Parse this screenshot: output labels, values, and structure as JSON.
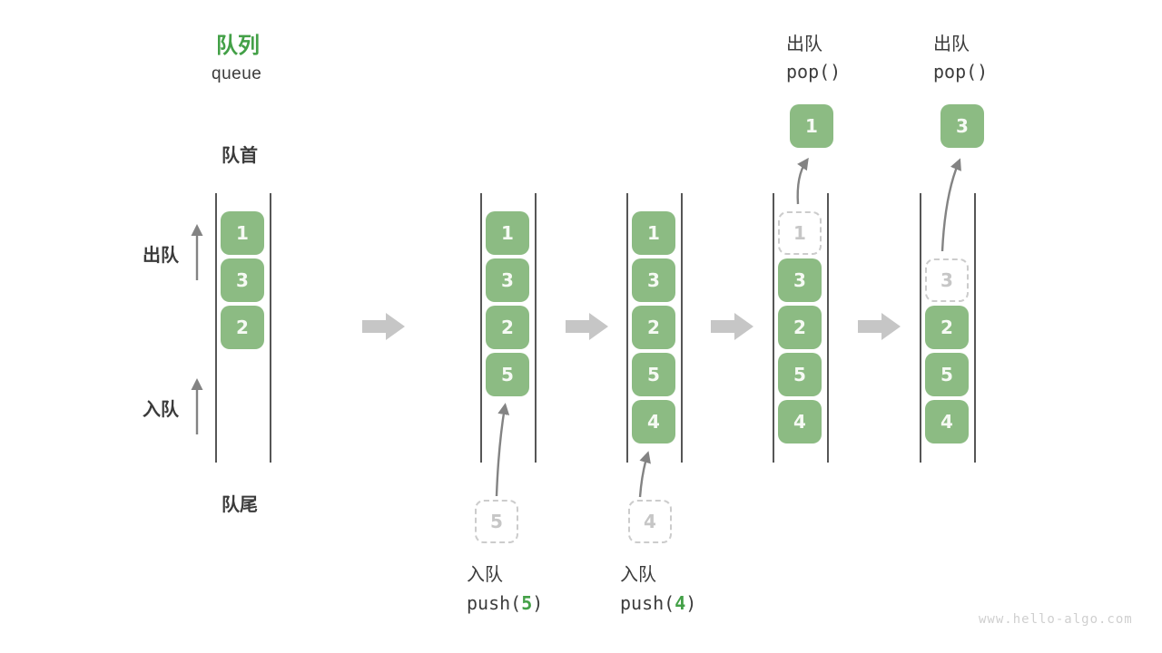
{
  "header": {
    "title_zh": "队列",
    "title_en": "queue"
  },
  "side": {
    "front": "队首",
    "rear": "队尾",
    "dequeue": "出队",
    "enqueue": "入队"
  },
  "colors": {
    "accent_green": "#43a047",
    "box_green": "#8cbb83",
    "dark_text": "#3c3c3c",
    "thin_arrow_gray": "#858585",
    "block_arrow_gray": "#c6c6c6",
    "ghost_gray": "#cccccc"
  },
  "icons": {
    "step_arrow": "right-block-arrow",
    "flow_arrow": "up-arrow"
  },
  "columns": [
    {
      "slots": [
        {
          "value": "1"
        },
        {
          "value": "3"
        },
        {
          "value": "2"
        }
      ]
    },
    {
      "slots": [
        {
          "value": "1"
        },
        {
          "value": "3"
        },
        {
          "value": "2"
        },
        {
          "value": "5"
        }
      ],
      "pending": {
        "value": "5"
      },
      "op": {
        "name": "入队",
        "fn": "push(",
        "arg": "5",
        "close": ")"
      }
    },
    {
      "slots": [
        {
          "value": "1"
        },
        {
          "value": "3"
        },
        {
          "value": "2"
        },
        {
          "value": "5"
        },
        {
          "value": "4"
        }
      ],
      "pending": {
        "value": "4"
      },
      "op": {
        "name": "入队",
        "fn": "push(",
        "arg": "4",
        "close": ")"
      }
    },
    {
      "slots": [
        {
          "value": "1",
          "ghost": true
        },
        {
          "value": "3"
        },
        {
          "value": "2"
        },
        {
          "value": "5"
        },
        {
          "value": "4"
        }
      ],
      "popped": {
        "value": "1"
      },
      "op": {
        "name": "出队",
        "fn": "pop()"
      }
    },
    {
      "slots": [
        {
          "value": "3",
          "ghost": true
        },
        {
          "value": "2"
        },
        {
          "value": "5"
        },
        {
          "value": "4"
        }
      ],
      "popped": {
        "value": "3"
      },
      "op": {
        "name": "出队",
        "fn": "pop()"
      }
    }
  ],
  "watermark": "www.hello-algo.com"
}
